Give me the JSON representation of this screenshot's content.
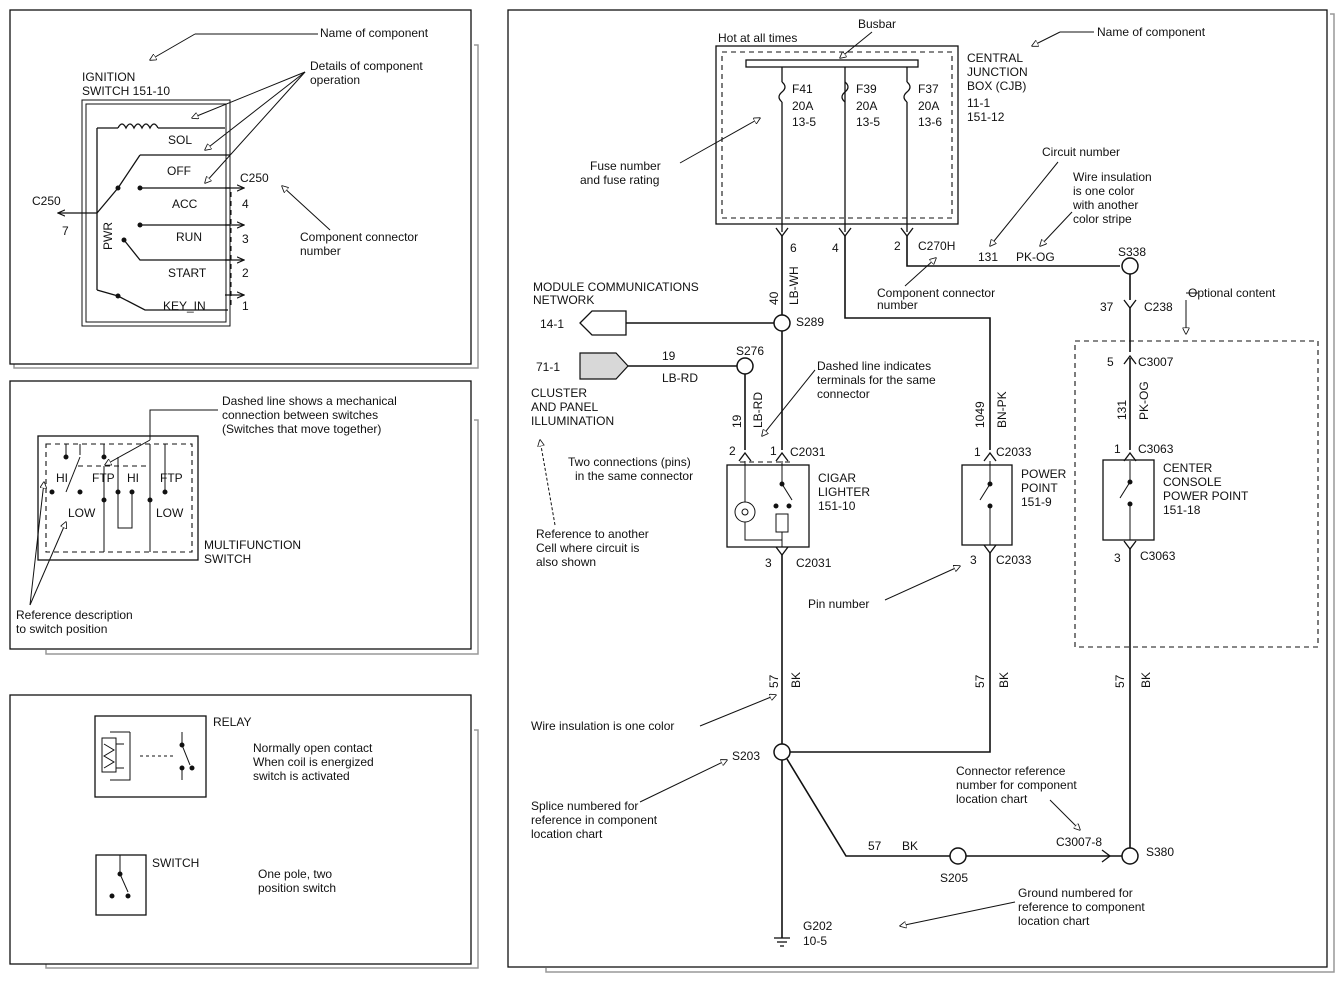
{
  "panel_a": {
    "name_of_component": "Name of component",
    "details_of_operation": [
      "Details of component",
      "operation"
    ],
    "ignition_switch": [
      "IGNITION",
      "SWITCH  151-10"
    ],
    "positions": [
      "SOL",
      "OFF",
      "ACC",
      "RUN",
      "START",
      "KEY_IN"
    ],
    "pwr": "PWR",
    "c250_left": "C250",
    "pin7": "7",
    "c250_right": "C250",
    "pins": [
      "4",
      "3",
      "2",
      "1"
    ],
    "component_connector": [
      "Component connector",
      "number"
    ]
  },
  "panel_b": {
    "dashed_note": [
      "Dashed line shows a mechanical",
      "connection between switches",
      "(Switches that move together)"
    ],
    "labels": [
      "HI",
      "FTP",
      "HI",
      "FTP",
      "LOW",
      "LOW"
    ],
    "multifunction": [
      "MULTIFUNCTION",
      "SWITCH"
    ],
    "reference_desc": [
      "Reference description",
      "to switch position"
    ]
  },
  "panel_c": {
    "relay": "RELAY",
    "relay_note": [
      "Normally open contact",
      "When coil is energized",
      "switch is activated"
    ],
    "switch": "SWITCH",
    "switch_note": [
      "One pole, two",
      "position switch"
    ]
  },
  "main": {
    "hot_at_all_times": "Hot at all times",
    "busbar": "Busbar",
    "name_of_component": "Name of component",
    "cjb": [
      "CENTRAL",
      "JUNCTION",
      "BOX (CJB)",
      "11-1",
      "151-12"
    ],
    "fuses": [
      {
        "name": "F41",
        "rating": "20A",
        "ref": "13-5"
      },
      {
        "name": "F39",
        "rating": "20A",
        "ref": "13-5"
      },
      {
        "name": "F37",
        "rating": "20A",
        "ref": "13-6"
      }
    ],
    "fuse_number_note": [
      "Fuse number",
      "and fuse rating"
    ],
    "circuit_number_note": "Circuit number",
    "wire_stripe_note": [
      "Wire insulation",
      "is one color",
      "with another",
      "color stripe"
    ],
    "pin6": "6",
    "pin4": "4",
    "pin2": "2",
    "c270h": "C270H",
    "circuit_131": "131",
    "pk_og": "PK-OG",
    "s338": "S338",
    "comp_connector_note": [
      "Component connector",
      "number"
    ],
    "mcn": [
      "MODULE COMMUNICATIONS",
      "NETWORK"
    ],
    "ref_14_1": "14-1",
    "c40": "40",
    "lb_wh": "LB-WH",
    "s289": "S289",
    "ref_71_1": "71-1",
    "c19a": "19",
    "lb_rd_a": "LB-RD",
    "s276": "S276",
    "cluster": [
      "CLUSTER",
      "AND PANEL",
      "ILLUMINATION"
    ],
    "dashed_terminals_note": [
      "Dashed line indicates",
      "terminals for the same",
      "connector"
    ],
    "c19b": "19",
    "lb_rd_b": "LB-RD",
    "c1049": "1049",
    "bn_pk": "BN-PK",
    "c37": "37",
    "c238": "C238",
    "optional": "Optional content",
    "pin5": "5",
    "c3007": "C3007",
    "c131b": "131",
    "pk_og_b": "PK-OG",
    "two_connections": [
      "Two connections (pins)",
      "in the same connector"
    ],
    "pin2b": "2",
    "pin1a": "1",
    "c2031_top": "C2031",
    "cigar": [
      "CIGAR",
      "LIGHTER",
      "151-10"
    ],
    "pin1b": "1",
    "c2033_top": "C2033",
    "power_point": [
      "POWER",
      "POINT",
      "151-9"
    ],
    "pin1c": "1",
    "c3063_top": "C3063",
    "center_console": [
      "CENTER",
      "CONSOLE",
      "POWER POINT",
      "151-18"
    ],
    "reference_note": [
      "Reference to another",
      "Cell where circuit is",
      "also shown"
    ],
    "pin3a": "3",
    "c2031_bot": "C2031",
    "pin3b": "3",
    "c2033_bot": "C2033",
    "pin3c": "3",
    "c3063_bot": "C3063",
    "pin_number_note": "Pin number",
    "c57a": "57",
    "bk_a": "BK",
    "c57b": "57",
    "bk_b": "BK",
    "c57c": "57",
    "bk_c": "BK",
    "one_color_note": "Wire insulation is one color",
    "s203": "S203",
    "connector_ref_note": [
      "Connector reference",
      "number for component",
      "location chart"
    ],
    "splice_note": [
      "Splice numbered for",
      "reference in component",
      "location chart"
    ],
    "c57d": "57",
    "bk_d": "BK",
    "c3007_8": "C3007-8",
    "s380": "S380",
    "s205": "S205",
    "ground_note": [
      "Ground numbered for",
      "reference to component",
      "location chart"
    ],
    "g202": [
      "G202",
      "10-5"
    ]
  }
}
